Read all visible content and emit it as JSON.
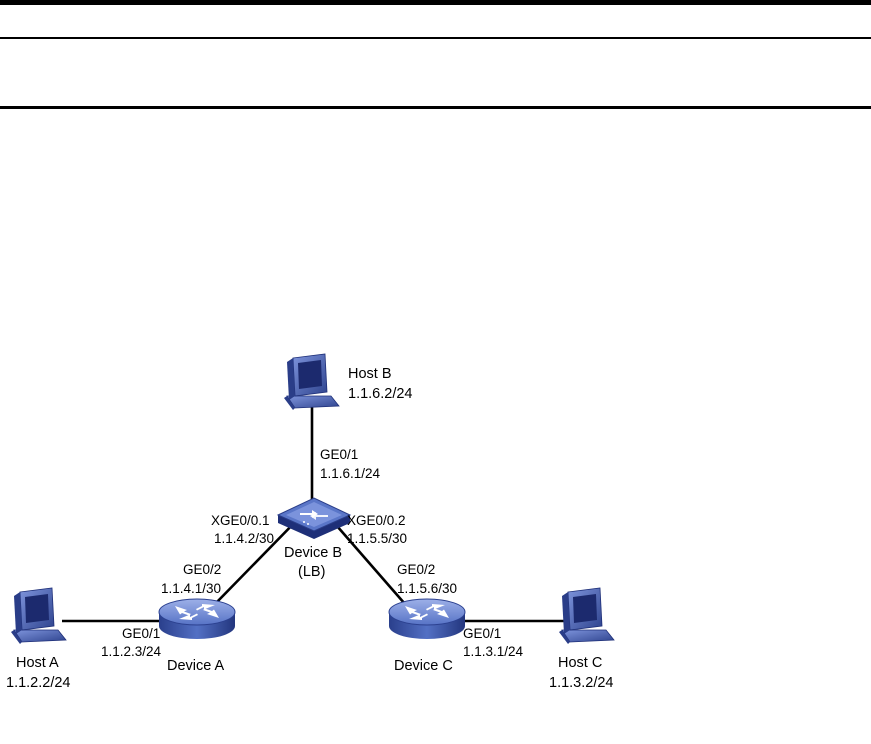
{
  "nodes": {
    "host_a": {
      "name": "Host A",
      "ip": "1.1.2.2/24"
    },
    "host_b": {
      "name": "Host B",
      "ip": "1.1.6.2/24"
    },
    "host_c": {
      "name": "Host C",
      "ip": "1.1.3.2/24"
    },
    "device_a": {
      "name": "Device A"
    },
    "device_b": {
      "name": "Device B",
      "role": "(LB)"
    },
    "device_c": {
      "name": "Device C"
    }
  },
  "interfaces": {
    "device_a_ge01": {
      "port": "GE0/1",
      "ip": "1.1.2.3/24"
    },
    "device_a_ge02": {
      "port": "GE0/2",
      "ip": "1.1.4.1/30"
    },
    "device_b_ge01": {
      "port": "GE0/1",
      "ip": "1.1.6.1/24"
    },
    "device_b_xge01": {
      "port": "XGE0/0.1",
      "ip": "1.1.4.2/30"
    },
    "device_b_xge02": {
      "port": "XGE0/0.2",
      "ip": "1.1.5.5/30"
    },
    "device_c_ge02": {
      "port": "GE0/2",
      "ip": "1.1.5.6/30"
    },
    "device_c_ge01": {
      "port": "GE0/1",
      "ip": "1.1.3.1/24"
    }
  },
  "colors": {
    "device_body": "#3d5aa8",
    "device_top": "#6b86d2",
    "device_dark": "#1e2f78",
    "host_body": "#4a62b4",
    "host_screen": "#1c2a6e",
    "link": "#000000"
  }
}
